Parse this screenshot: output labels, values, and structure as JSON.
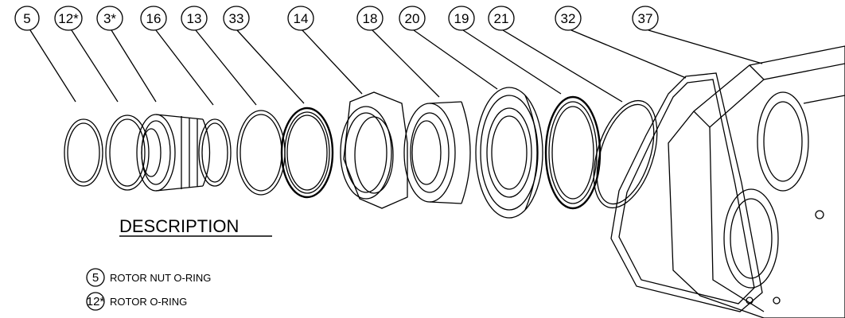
{
  "callouts": [
    {
      "label": "5"
    },
    {
      "label": "12*"
    },
    {
      "label": "3*"
    },
    {
      "label": "16"
    },
    {
      "label": "13"
    },
    {
      "label": "33"
    },
    {
      "label": "14"
    },
    {
      "label": "18"
    },
    {
      "label": "20"
    },
    {
      "label": "19"
    },
    {
      "label": "21"
    },
    {
      "label": "32"
    },
    {
      "label": "37"
    }
  ],
  "legend": {
    "title": "DESCRIPTION",
    "items": [
      {
        "num": "5",
        "text": "ROTOR NUT O-RING"
      },
      {
        "num": "12*",
        "text": "ROTOR O-RING"
      }
    ]
  }
}
